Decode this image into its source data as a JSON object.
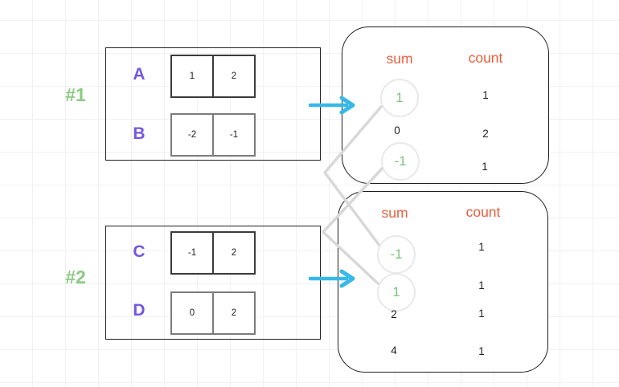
{
  "colors": {
    "group_label_green": "#8bca83",
    "array_name_purple": "#7456e4",
    "header_orange": "#e85d3d",
    "highlight_green": "#7cc47c",
    "arrow_cyan": "#38b8e8",
    "connector_gray": "#d8d8d8",
    "box_border_black": "#1f1f1f",
    "cell_border_dark": "#3a3a3a",
    "cell_border_gray": "#7b7b7b"
  },
  "groups": [
    {
      "label": "#1",
      "arrays": [
        {
          "name": "A",
          "cells": [
            "1",
            "2"
          ]
        },
        {
          "name": "B",
          "cells": [
            "-2",
            "-1"
          ]
        }
      ]
    },
    {
      "label": "#2",
      "arrays": [
        {
          "name": "C",
          "cells": [
            "-1",
            "2"
          ]
        },
        {
          "name": "D",
          "cells": [
            "0",
            "2"
          ]
        }
      ]
    }
  ],
  "results": [
    {
      "sum_header": "sum",
      "count_header": "count",
      "rows": [
        {
          "sum": "1",
          "count": "1",
          "circled": true
        },
        {
          "sum": "0",
          "count": "2",
          "circled": false
        },
        {
          "sum": "-1",
          "count": "1",
          "circled": true
        }
      ]
    },
    {
      "sum_header": "sum",
      "count_header": "count",
      "rows": [
        {
          "sum": "-1",
          "count": "1",
          "circled": true
        },
        {
          "sum": "1",
          "count": "1",
          "circled": true
        },
        {
          "sum": "2",
          "count": "1",
          "circled": false
        },
        {
          "sum": "4",
          "count": "1",
          "circled": false
        }
      ]
    }
  ]
}
